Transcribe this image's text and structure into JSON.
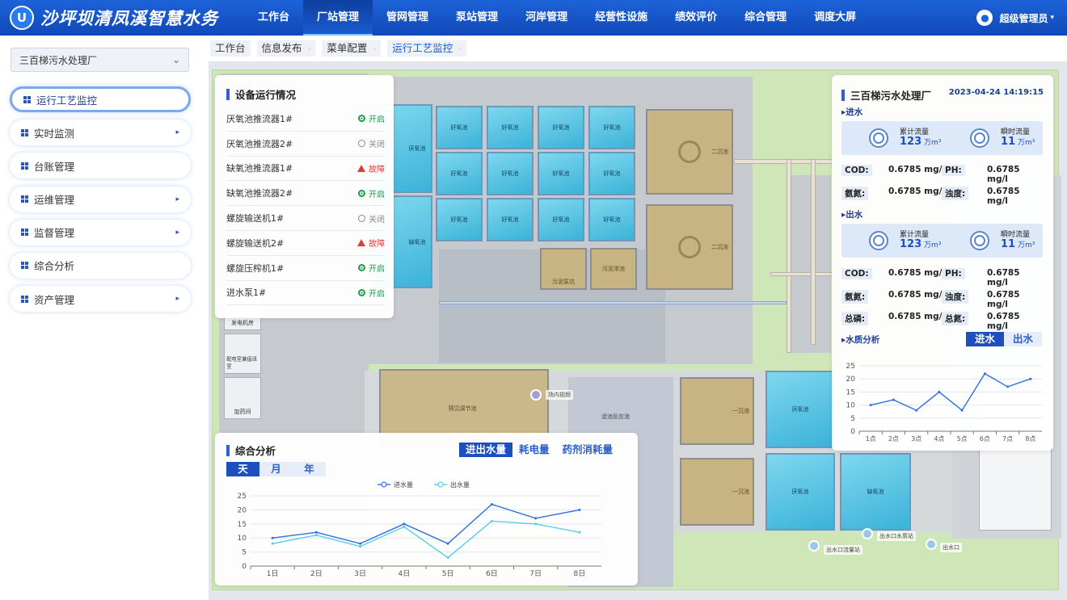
{
  "app": {
    "title": "沙坪坝清凤溪智慧水务",
    "logo_mark": "U"
  },
  "nav": {
    "items": [
      "工作台",
      "厂站管理",
      "管网管理",
      "泵站管理",
      "河岸管理",
      "经营性设施",
      "绩效评价",
      "综合管理",
      "调度大屏"
    ],
    "active": "厂站管理"
  },
  "user": {
    "name": "超级管理员",
    "caret": "▾"
  },
  "sidebar": {
    "plant_select": {
      "value": "三百梯污水处理厂",
      "caret": "⌄"
    },
    "menu": [
      {
        "label": "运行工艺监控",
        "has_arrow": false,
        "active": true
      },
      {
        "label": "实时监测",
        "has_arrow": true
      },
      {
        "label": "台账管理",
        "has_arrow": false
      },
      {
        "label": "运维管理",
        "has_arrow": true
      },
      {
        "label": "监督管理",
        "has_arrow": true
      },
      {
        "label": "综合分析",
        "has_arrow": false
      },
      {
        "label": "资产管理",
        "has_arrow": true
      }
    ],
    "arrow_glyph": "▸"
  },
  "tabs": {
    "items": [
      {
        "label": "工作台",
        "closable": false
      },
      {
        "label": "信息发布",
        "closable": true
      },
      {
        "label": "菜单配置",
        "closable": true
      },
      {
        "label": "运行工艺监控",
        "closable": true,
        "active": true
      }
    ],
    "close_glyph": "·"
  },
  "map_labels": {
    "aerobic": "好氧池",
    "anaerobic": "厌氧池",
    "anoxic": "缺氧池",
    "secondary_clarifier": "二沉池",
    "primary_clarifier": "一沉池",
    "sludge_pit": "污泥泵坑",
    "sludge_thick": "污泥浓池",
    "generator_room": "发电机房",
    "power_room": "配电室兼值班室",
    "dosing_room": "加药间",
    "regulating_pool": "预沉调节池",
    "site_video": "场内视频",
    "dewatering": "滤池反应池",
    "outlet_monitor": "出水口水质站",
    "outlet_flow": "出水口流量站",
    "outlet": "出水口"
  },
  "device_panel": {
    "title": "设备运行情况",
    "devices": [
      {
        "name": "厌氧池推流器1#",
        "status": "开启",
        "state": "open"
      },
      {
        "name": "厌氧池推流器2#",
        "status": "关闭",
        "state": "close"
      },
      {
        "name": "缺氧池推流器1#",
        "status": "故障",
        "state": "fault"
      },
      {
        "name": "缺氧池推流器2#",
        "status": "开启",
        "state": "open"
      },
      {
        "name": "螺旋输送机1#",
        "status": "关闭",
        "state": "close"
      },
      {
        "name": "螺旋输送机2#",
        "status": "故障",
        "state": "fault"
      },
      {
        "name": "螺旋压榨机1#",
        "status": "开启",
        "state": "open"
      },
      {
        "name": "进水泵1#",
        "status": "开启",
        "state": "open"
      }
    ]
  },
  "analysis_panel": {
    "title": "综合分析",
    "metric_tabs": [
      "进出水量",
      "耗电量",
      "药剂消耗量"
    ],
    "metric_active": "进出水量",
    "period_tabs": [
      "天",
      "月",
      "年"
    ],
    "period_active": "天"
  },
  "plant_panel": {
    "title": "三百梯污水处理厂",
    "datetime": "2023-04-24 14:19:15",
    "inflow": {
      "label": "进水",
      "cumulative_label": "累计流量",
      "cumulative_value": "123",
      "cumulative_unit": "万m³",
      "instant_label": "瞬时流量",
      "instant_value": "11",
      "instant_unit": "万m³",
      "quality": [
        {
          "k": "COD:",
          "v": "0.6785 mg/l",
          "k2": "PH:",
          "v2": "0.6785 mg/l"
        },
        {
          "k": "氨氮:",
          "v": "0.6785 mg/l",
          "k2": "浊度:",
          "v2": "0.6785 mg/l"
        }
      ]
    },
    "outflow": {
      "label": "出水",
      "cumulative_label": "累计流量",
      "cumulative_value": "123",
      "cumulative_unit": "万m³",
      "instant_label": "瞬时流量",
      "instant_value": "11",
      "instant_unit": "万m³",
      "quality": [
        {
          "k": "COD:",
          "v": "0.6785 mg/l",
          "k2": "PH:",
          "v2": "0.6785 mg/l"
        },
        {
          "k": "氨氮:",
          "v": "0.6785 mg/l",
          "k2": "浊度:",
          "v2": "0.6785 mg/l"
        },
        {
          "k": "总磷:",
          "v": "0.6785 mg/l",
          "k2": "总氮:",
          "v2": "0.6785 mg/l"
        }
      ]
    },
    "water_quality": {
      "label": "水质分析",
      "tabs": [
        "进水",
        "出水"
      ],
      "active": "进水"
    }
  },
  "colors": {
    "brand": "#1d63d8",
    "accent": "#1d4fbe",
    "open": "#1a9a4a",
    "fault": "#e03a3a",
    "close": "#8a8a8a",
    "series_in": "#2f6fe0",
    "series_out": "#54d0e8"
  },
  "icons": {
    "plant_select": "chevron-down-icon",
    "menu": "grid-icon",
    "user": "user-icon",
    "flow": "flowmeter-icon"
  },
  "chart_data": [
    {
      "type": "line",
      "categories": [
        "1日",
        "2日",
        "3日",
        "4日",
        "5日",
        "6日",
        "7日",
        "8日"
      ],
      "series": [
        {
          "name": "进水量",
          "values": [
            10,
            12,
            8,
            15,
            8,
            22,
            17,
            20
          ]
        },
        {
          "name": "出水量",
          "values": [
            8,
            11,
            7,
            14,
            3,
            16,
            15,
            12
          ]
        }
      ],
      "ylim": [
        0,
        25
      ],
      "yticks": [
        0,
        5,
        10,
        15,
        20,
        25
      ],
      "legend": "top-center",
      "grid": true
    },
    {
      "type": "line",
      "categories": [
        "1点",
        "2点",
        "3点",
        "4点",
        "5点",
        "6点",
        "7点",
        "8点"
      ],
      "series": [
        {
          "values": [
            10,
            12,
            8,
            15,
            8,
            22,
            17,
            20
          ]
        }
      ],
      "ylim": [
        0,
        25
      ],
      "yticks": [
        0,
        5,
        10,
        15,
        20,
        25
      ],
      "grid": true
    }
  ]
}
